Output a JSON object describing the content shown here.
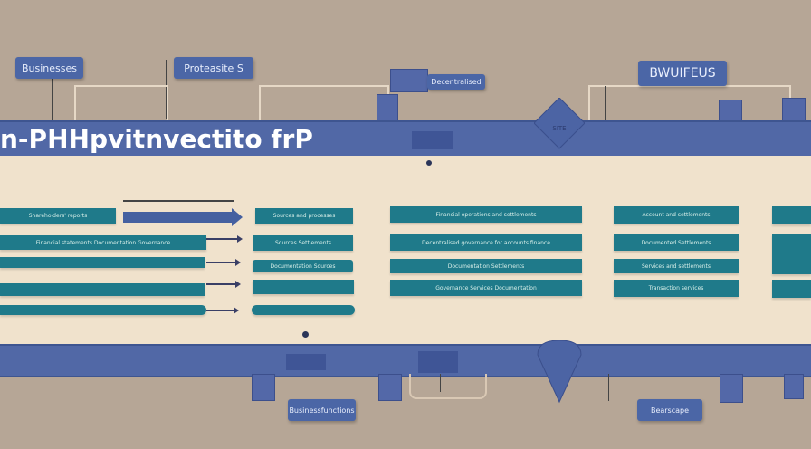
{
  "title": "n-PHHpvitnvectito frP",
  "top_labels": [
    "Businesses",
    "Proteasite S",
    "Decentralised",
    "BWUIFEUS"
  ],
  "bottom_labels": [
    "Businessfunctions",
    "Bearscape"
  ],
  "band_marker": "SITE",
  "columns": [
    [
      "Shareholders' reports",
      "Financial statements Documentation Governance",
      "",
      "",
      ""
    ],
    [
      "Sources and processes",
      "Sources Settlements",
      "Documentation Sources",
      "",
      ""
    ],
    [
      "Financial operations and settlements",
      "Decentralised governance for accounts finance",
      "Documentation Settlements",
      "Governance Services Documentation"
    ],
    [
      "Account and settlements",
      "Documented Settlements",
      "Services and settlements",
      "Transaction services"
    ],
    [
      "",
      "",
      ""
    ]
  ],
  "colors": {
    "background": "#b6a696",
    "band": "#5168a6",
    "panel": "#f0e2cc",
    "box": "#1f7a8a"
  }
}
